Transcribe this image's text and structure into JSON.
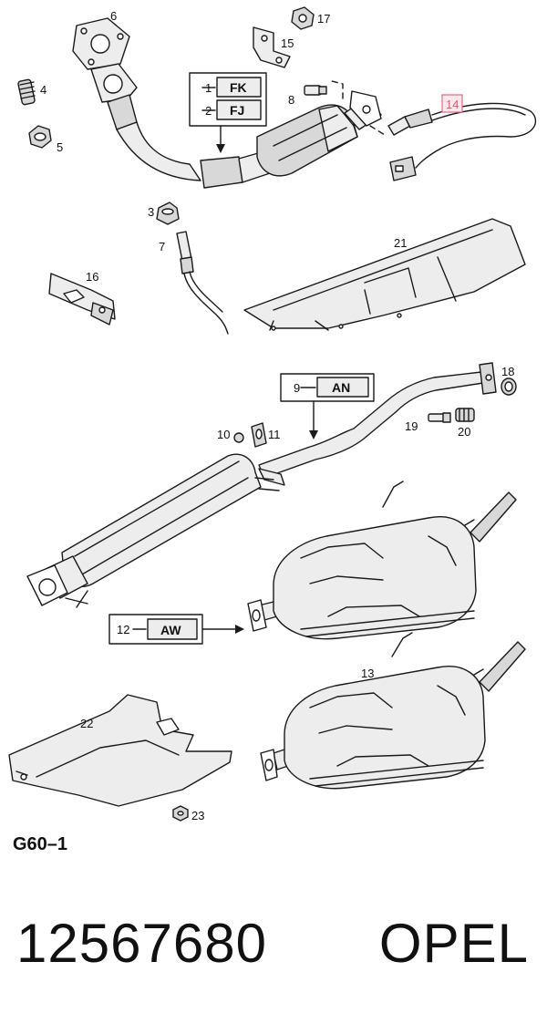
{
  "callouts": {
    "c1": "1",
    "c2": "2",
    "c3": "3",
    "c4": "4",
    "c5": "5",
    "c6": "6",
    "c7": "7",
    "c8": "8",
    "c9": "9",
    "c10": "10",
    "c11": "11",
    "c12": "12",
    "c13": "13",
    "c14": "14",
    "c15": "15",
    "c16": "16",
    "c17": "17",
    "c18": "18",
    "c19": "19",
    "c20": "20",
    "c21": "21",
    "c22": "22",
    "c23": "23"
  },
  "codes": {
    "fk": "FK",
    "fj": "FJ",
    "an": "AN",
    "aw": "AW"
  },
  "section_label": "G60–1",
  "highlighted_part": "14",
  "footer": {
    "part_number": "12567680",
    "brand": "OPEL"
  },
  "colors": {
    "highlight_border": "#e46a7e",
    "highlight_fill": "#fde9ec",
    "ink": "#1a1a1a"
  }
}
